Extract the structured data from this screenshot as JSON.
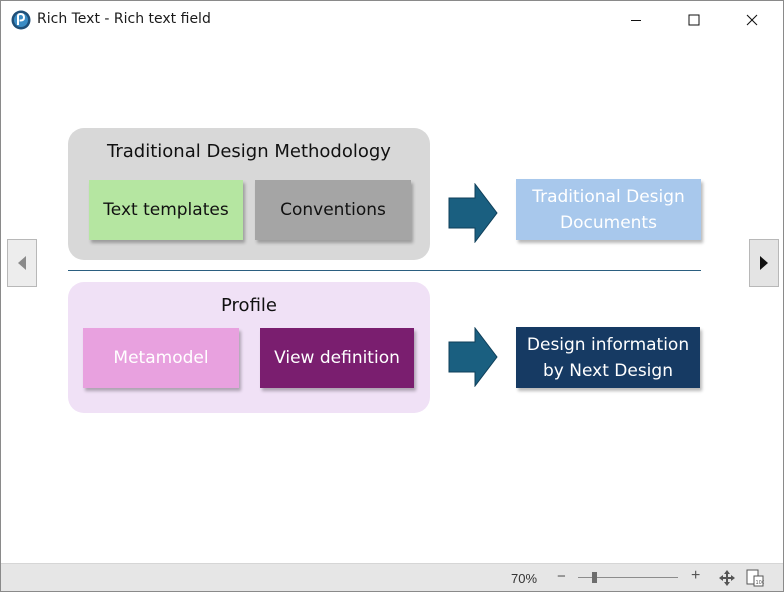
{
  "window": {
    "title": "Rich Text - Rich text field"
  },
  "slide": {
    "top_panel": {
      "title": "Traditional Design Methodology",
      "boxes": [
        "Text templates",
        "Conventions"
      ]
    },
    "top_result": "Traditional Design Documents",
    "bottom_panel": {
      "title": "Profile",
      "boxes": [
        "Metamodel",
        "View definition"
      ]
    },
    "bottom_result": "Design information by Next Design"
  },
  "statusbar": {
    "zoom_level": "70%",
    "zoom_minus": "−",
    "zoom_plus": "+",
    "zoom_percent": 70
  },
  "colors": {
    "text_templates": "#b5e6a1",
    "conventions": "#a5a5a5",
    "metamodel": "#e8a1df",
    "view_definition": "#7a1e6f",
    "traditional_docs": "#a8c8ec",
    "design_info": "#163a63",
    "arrow": "#1a5f80"
  },
  "icons": {
    "app": "app-logo-icon",
    "minimize": "minimize-icon",
    "maximize": "maximize-icon",
    "close": "close-icon",
    "prev": "chevron-left-icon",
    "next": "chevron-right-icon",
    "fit": "fit-to-window-icon",
    "page": "page-view-icon"
  }
}
